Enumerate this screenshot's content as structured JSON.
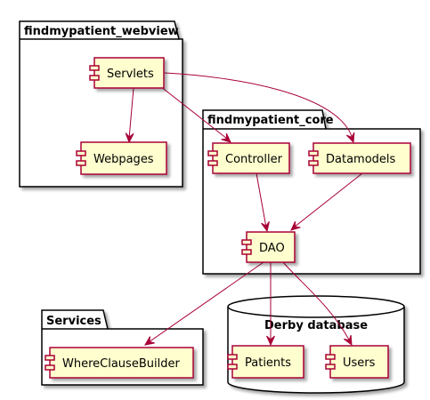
{
  "colors": {
    "component_fill": "#FEFECE",
    "component_border": "#A80036",
    "arrow": "#A80036",
    "package_border": "#000000",
    "background": "#FFFFFF"
  },
  "packages": {
    "webview": {
      "title": "findmypatient_webview"
    },
    "core": {
      "title": "findmypatient_core"
    },
    "services": {
      "title": "Services"
    }
  },
  "database": {
    "title": "Derby database"
  },
  "components": {
    "servlets": {
      "label": "Servlets",
      "icon": "component-icon"
    },
    "webpages": {
      "label": "Webpages",
      "icon": "component-icon"
    },
    "controller": {
      "label": "Controller",
      "icon": "component-icon"
    },
    "datamodels": {
      "label": "Datamodels",
      "icon": "component-icon"
    },
    "dao": {
      "label": "DAO",
      "icon": "component-icon"
    },
    "whereclausebuilder": {
      "label": "WhereClauseBuilder",
      "icon": "component-icon"
    },
    "patients": {
      "label": "Patients",
      "icon": "component-icon"
    },
    "users": {
      "label": "Users",
      "icon": "component-icon"
    }
  },
  "dependencies": [
    {
      "from": "Servlets",
      "to": "Webpages"
    },
    {
      "from": "Servlets",
      "to": "Controller"
    },
    {
      "from": "Servlets",
      "to": "Datamodels"
    },
    {
      "from": "Controller",
      "to": "DAO"
    },
    {
      "from": "Datamodels",
      "to": "DAO"
    },
    {
      "from": "DAO",
      "to": "WhereClauseBuilder"
    },
    {
      "from": "DAO",
      "to": "Patients"
    },
    {
      "from": "DAO",
      "to": "Users"
    }
  ]
}
